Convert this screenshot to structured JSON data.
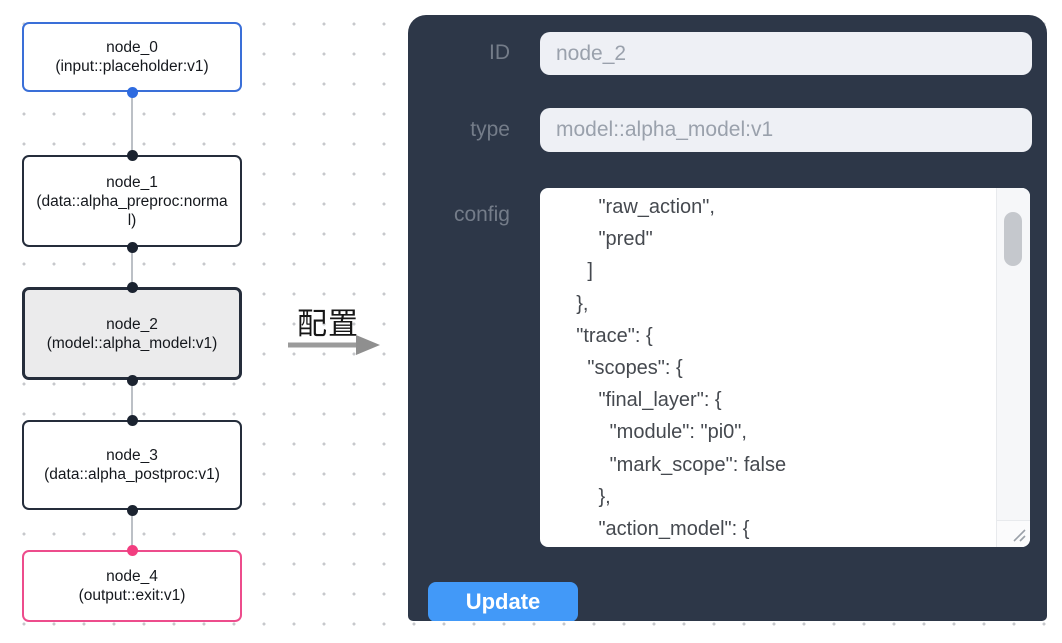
{
  "flow": {
    "nodes": [
      {
        "id": "node_0",
        "type_label": "(input::placeholder:v1)",
        "variant": "input",
        "border_color": "#3a6fd8",
        "port_color": "#2e6be0"
      },
      {
        "id": "node_1",
        "type_label": "(data::alpha_preproc:normal)",
        "variant": "default",
        "border_color": "#252d3b",
        "port_color": "#1b2330"
      },
      {
        "id": "node_2",
        "type_label": "(model::alpha_model:v1)",
        "variant": "selected",
        "border_color": "#252d3b",
        "port_color": "#1b2330"
      },
      {
        "id": "node_3",
        "type_label": "(data::alpha_postproc:v1)",
        "variant": "default",
        "border_color": "#252d3b",
        "port_color": "#1b2330"
      },
      {
        "id": "node_4",
        "type_label": "(output::exit:v1)",
        "variant": "output",
        "border_color": "#ed4c8c",
        "port_color": "#f23e80"
      }
    ]
  },
  "transition": {
    "label": "配置"
  },
  "inspector": {
    "id_label": "ID",
    "id_value": "node_2",
    "type_label": "type",
    "type_value": "model::alpha_model:v1",
    "config_label": "config",
    "config_value": "        \"raw_action\",\n        \"pred\"\n      ]\n    },\n    \"trace\": {\n      \"scopes\": {\n        \"final_layer\": {\n          \"module\": \"pi0\",\n          \"mark_scope\": false\n        },\n        \"action_model\": {",
    "update_label": "Update"
  },
  "colors": {
    "panel_background": "#2d3748",
    "button_blue": "#4299f8",
    "node_selected_fill": "#ebebec",
    "node_blue_border": "#3a6fd8",
    "node_pink_border": "#ed4c8c",
    "edge_gray": "#bcc0c6",
    "dot_grid": "#c7c8cc"
  }
}
